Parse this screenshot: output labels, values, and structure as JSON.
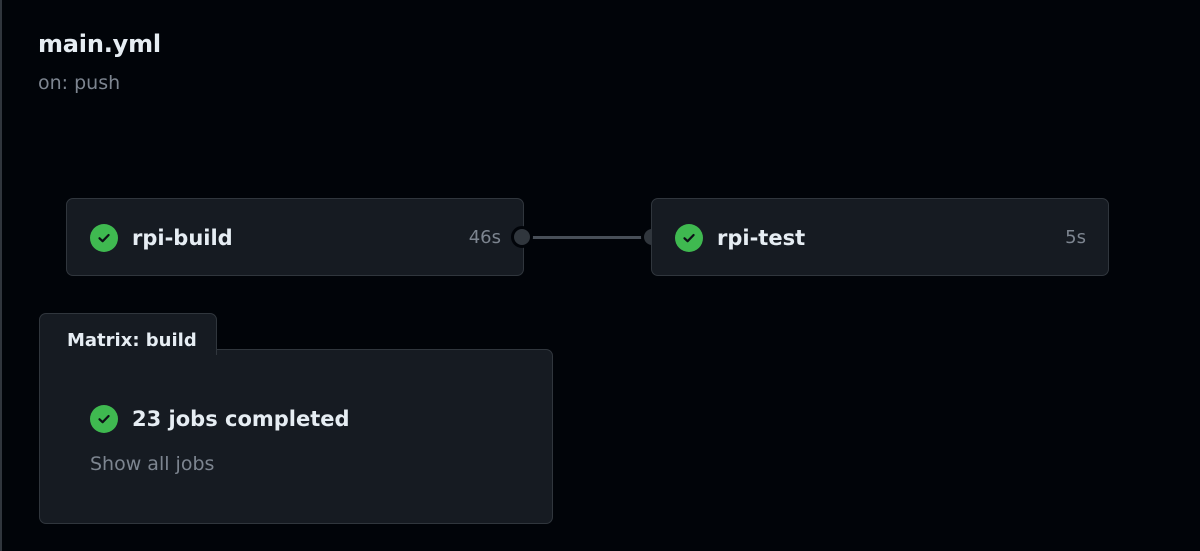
{
  "workflow": {
    "title": "main.yml",
    "trigger": "on: push"
  },
  "jobs": [
    {
      "name": "rpi-build",
      "duration": "46s",
      "status": "success",
      "icon": "check-circle-icon"
    },
    {
      "name": "rpi-test",
      "duration": "5s",
      "status": "success",
      "icon": "check-circle-icon"
    }
  ],
  "matrix": {
    "label": "Matrix: build",
    "summary": "23 jobs completed",
    "status": "success",
    "icon": "check-circle-icon",
    "link": "Show all jobs"
  },
  "colors": {
    "background": "#010409",
    "card": "#161b22",
    "border": "#30363d",
    "success": "#3fb950",
    "muted": "#7d8590",
    "text": "#e6edf3"
  }
}
